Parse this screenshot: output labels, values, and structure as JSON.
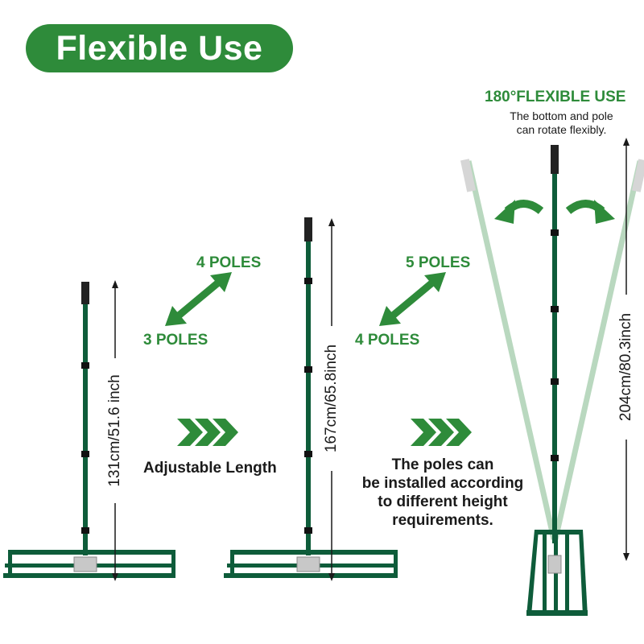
{
  "header": {
    "title": "Flexible Use"
  },
  "colors": {
    "brand_green": "#2e8b3a",
    "pole_green": "#0e5c3a",
    "faded_pole": "#b9d8bf",
    "text_dark": "#1a1a1a"
  },
  "panel_left": {
    "dimension": "131cm/51.6 inch",
    "switch_top": "4 POLES",
    "switch_bottom": "3 POLES"
  },
  "panel_middle": {
    "dimension": "167cm/65.8inch",
    "adjust_label": "Adjustable Length",
    "switch_top": "5 POLES",
    "switch_bottom": "4 POLES"
  },
  "panel_right": {
    "heading": "180°FLEXIBLE USE",
    "note_line1": "The bottom and pole",
    "note_line2": "can rotate flexibly.",
    "dimension": "204cm/80.3inch",
    "install_line1": "The poles can",
    "install_line2": "be installed according",
    "install_line3": "to different height",
    "install_line4": "requirements."
  }
}
